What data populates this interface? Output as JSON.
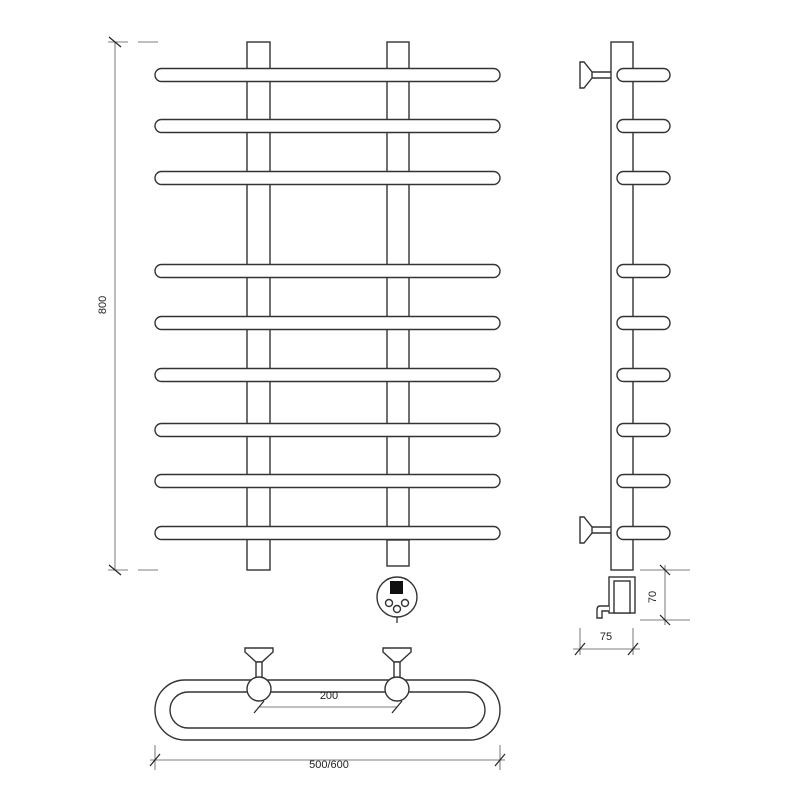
{
  "drawing": {
    "dimensions": {
      "height": "800",
      "post_spacing": "200",
      "width": "500/600",
      "heater_height": "70",
      "depth": "75"
    },
    "rail_count": 9
  }
}
